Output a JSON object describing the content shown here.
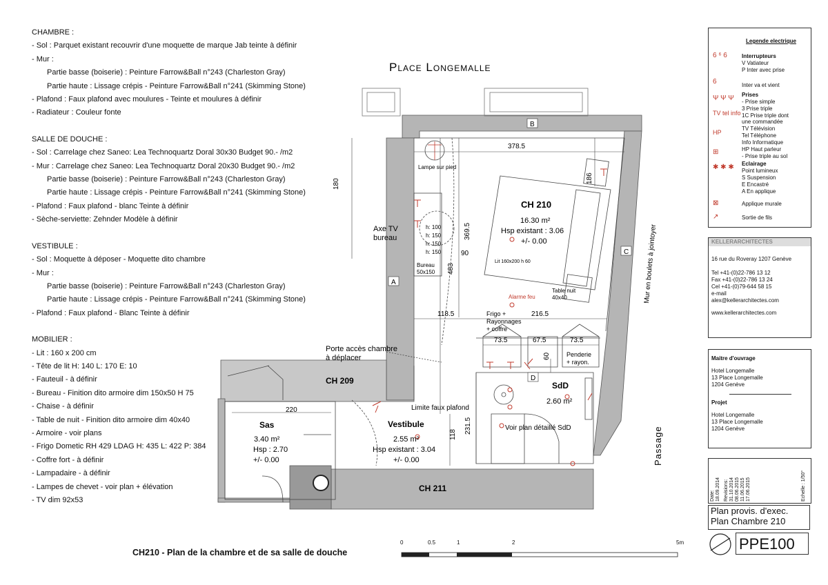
{
  "notes": [
    {
      "title": "CHAMBRE :",
      "lines": [
        {
          "t": "- Sol : Parquet existant recouvrir d'une moquette de marque Jab teinte à définir",
          "i": 0
        },
        {
          "t": "- Mur :",
          "i": 0
        },
        {
          "t": "Partie basse (boiserie) : Peinture Farrow&Ball n°243 (Charleston Gray)",
          "i": 1
        },
        {
          "t": "Partie haute : Lissage crépis - Peinture Farrow&Ball n°241 (Skimming Stone)",
          "i": 1
        },
        {
          "t": "- Plafond : Faux plafond avec moulures -  Teinte et moulures à définir",
          "i": 0
        },
        {
          "t": "- Radiateur : Couleur fonte",
          "i": 0
        }
      ]
    },
    {
      "title": "SALLE DE DOUCHE :",
      "lines": [
        {
          "t": "- Sol : Carrelage chez Saneo:  Lea  Technoquartz Doral 30x30 Budget 90.- /m2",
          "i": 0
        },
        {
          "t": "- Mur : Carrelage chez Saneo: Lea  Technoquartz Doral 20x30 Budget 90.- /m2",
          "i": 0
        },
        {
          "t": "Partie basse (boiserie) : Peinture Farrow&Ball n°243 (Charleston Gray)",
          "i": 1
        },
        {
          "t": "Partie haute : Lissage crépis - Peinture Farrow&Ball n°241 (Skimming Stone)",
          "i": 1
        },
        {
          "t": "- Plafond : Faux plafond -  blanc Teinte à définir",
          "i": 0
        },
        {
          "t": "- Sèche-serviette: Zehnder Modèle à définir",
          "i": 0
        }
      ]
    },
    {
      "title": "VESTIBULE :",
      "lines": [
        {
          "t": "- Sol : Moquette à déposer - Moquette dito chambre",
          "i": 0
        },
        {
          "t": "- Mur :",
          "i": 0
        },
        {
          "t": "Partie basse (boiserie) : Peinture Farrow&Ball n°243 (Charleston Gray)",
          "i": 1
        },
        {
          "t": "Partie haute : Lissage crépis - Peinture Farrow&Ball n°241 (Skimming Stone)",
          "i": 1
        },
        {
          "t": "- Plafond : Faux plafond -  Blanc Teinte à définir",
          "i": 0
        }
      ]
    },
    {
      "title": "MOBILIER :",
      "lines": [
        {
          "t": "- Lit : 160 x 200 cm",
          "i": 0
        },
        {
          "t": "- Tête de lit H: 140 L: 170 E: 10",
          "i": 0
        },
        {
          "t": "- Fauteuil - à définir",
          "i": 0
        },
        {
          "t": "- Bureau - Finition dito armoire dim 150x50 H 75",
          "i": 0
        },
        {
          "t": "- Chaise - à définir",
          "i": 0
        },
        {
          "t": "- Table de nuit - Finition dito armoire dim 40x40",
          "i": 0
        },
        {
          "t": "- Armoire - voir plans",
          "i": 0
        },
        {
          "t": "- Frigo Dometic RH 429 LDAG   H: 435 L: 422 P: 384",
          "i": 0
        },
        {
          "t": "- Coffre fort - à définir",
          "i": 0
        },
        {
          "t": "- Lampadaire - à définir",
          "i": 0
        },
        {
          "t": "- Lampes de chevet - voir plan + élévation",
          "i": 0
        },
        {
          "t": "- TV dim 92x53",
          "i": 0
        }
      ]
    }
  ],
  "plan": {
    "street_top": "Place Longemalle",
    "street_right": "Passage",
    "wall_right": "Mur en boulets à jointoyer",
    "tags": {
      "a": "A",
      "b": "B",
      "c": "C",
      "d": "D"
    },
    "rooms": {
      "ch210": {
        "name": "CH 210",
        "area": "16.30 m²",
        "hsp": "Hsp existant : 3.06",
        "tol": "+/- 0.00"
      },
      "sdd": {
        "name": "SdD",
        "area": "2.60 m²"
      },
      "sas": {
        "name": "Sas",
        "area": "3.40 m²",
        "hsp": "Hsp : 2.70",
        "tol": "+/- 0.00"
      },
      "vest": {
        "name": "Vestibule",
        "area": "2.55 m²",
        "hsp": "Hsp existant : 3.04",
        "tol": "+/- 0.00"
      },
      "ch209": {
        "name": "CH 209"
      },
      "ch211": {
        "name": "CH 211"
      }
    },
    "labels": {
      "lampe": "Lampe sur pied",
      "axe": "Axe TV\nbureau",
      "bureau": "Bureau\n50x150",
      "lit": "Lit 160x200 h 60",
      "table": "Table nuit\n40x40",
      "alarme": "Alarme feu",
      "frigo": "Frigo +\nRayonnages\n+ coffre",
      "penderie": "Penderie\n+ rayon.",
      "porte": "Porte accès chambre\nà déplacer",
      "limite": "Limite faux plafond",
      "voir": "Voir plan détaillé SdD"
    },
    "heights": [
      "h: 100",
      "h: 150",
      "h: 150",
      "h: 150"
    ],
    "dims": {
      "d378": "378.5",
      "d180": "180",
      "d186": "186",
      "d3695": "369.5",
      "d483": "483",
      "d90": "90",
      "d1185": "118.5",
      "d2165": "216.5",
      "d735a": "73.5",
      "d675": "67.5",
      "d735b": "73.5",
      "d60": "60",
      "d220": "220",
      "d2315": "231.5",
      "d118": "118"
    }
  },
  "legend": {
    "title": "Legende electrique",
    "interrupteurs": "Interrupteurs",
    "int_v": "V    Vatiateur",
    "int_p": "P    Inter avec prise",
    "va_vient": "Inter va et vient",
    "prises": "Prises",
    "p1": "-     Prise simple",
    "p2": "3     Prise triple",
    "p3": "1C   Prise triple dont",
    "p3b": "       une commandée",
    "p4": "TV   Télévision",
    "p5": "Tel  Téléphone",
    "p6": "Info  Informatique",
    "p7": "HP   Haut parleur",
    "p8": "-     Prise triple au sol",
    "eclairage": "Eclairage",
    "e0": "Point lumineux",
    "e1": "S     Suspension",
    "e2": "E     Encastré",
    "e3": "A     En applique",
    "applique": "Applique murale",
    "sortie": "Sortie de fils"
  },
  "office": {
    "name": "KELLERARCHITECTES",
    "addr": "16 rue du Roveray  1207 Genève",
    "tel": "Tel     +41-(0)22-786 13 12",
    "fax": "Fax    +41-(0)22-786 13 24",
    "cel": "Cel     +41-(0)79-644 58 15",
    "email_label": "e-mail",
    "email": "alex@kellerarchitectes.com",
    "web": "www.kellerarchitectes.com"
  },
  "owner": {
    "title": "Maitre d'ouvrage",
    "l1": "Hotel Longemalle",
    "l2": "13 Place Longemalle",
    "l3": "1204 Genève",
    "proj_title": "Projet",
    "p1": "Hotel Longemalle",
    "p2": "13 Place Longemalle",
    "p3": "1204 Genève"
  },
  "dates": {
    "date_label": "Date:",
    "date": "18.09.2014",
    "rev_label": "Revisions:",
    "r1": "31.10.2014",
    "r2": "08.06.2015",
    "r3": "11.06.2015",
    "r4": "17.06.2015",
    "echelle": "Echelle : 1/50°"
  },
  "plan_title": {
    "l1": "Plan provis. d'exec.",
    "l2": "Plan Chambre 210"
  },
  "ref": "PPE100",
  "bottom_title": "CH210 - Plan de la chambre et de sa salle de douche",
  "scale": {
    "t0": "0",
    "t05": "0.5",
    "t1": "1",
    "t2": "2",
    "t5": "5m"
  }
}
